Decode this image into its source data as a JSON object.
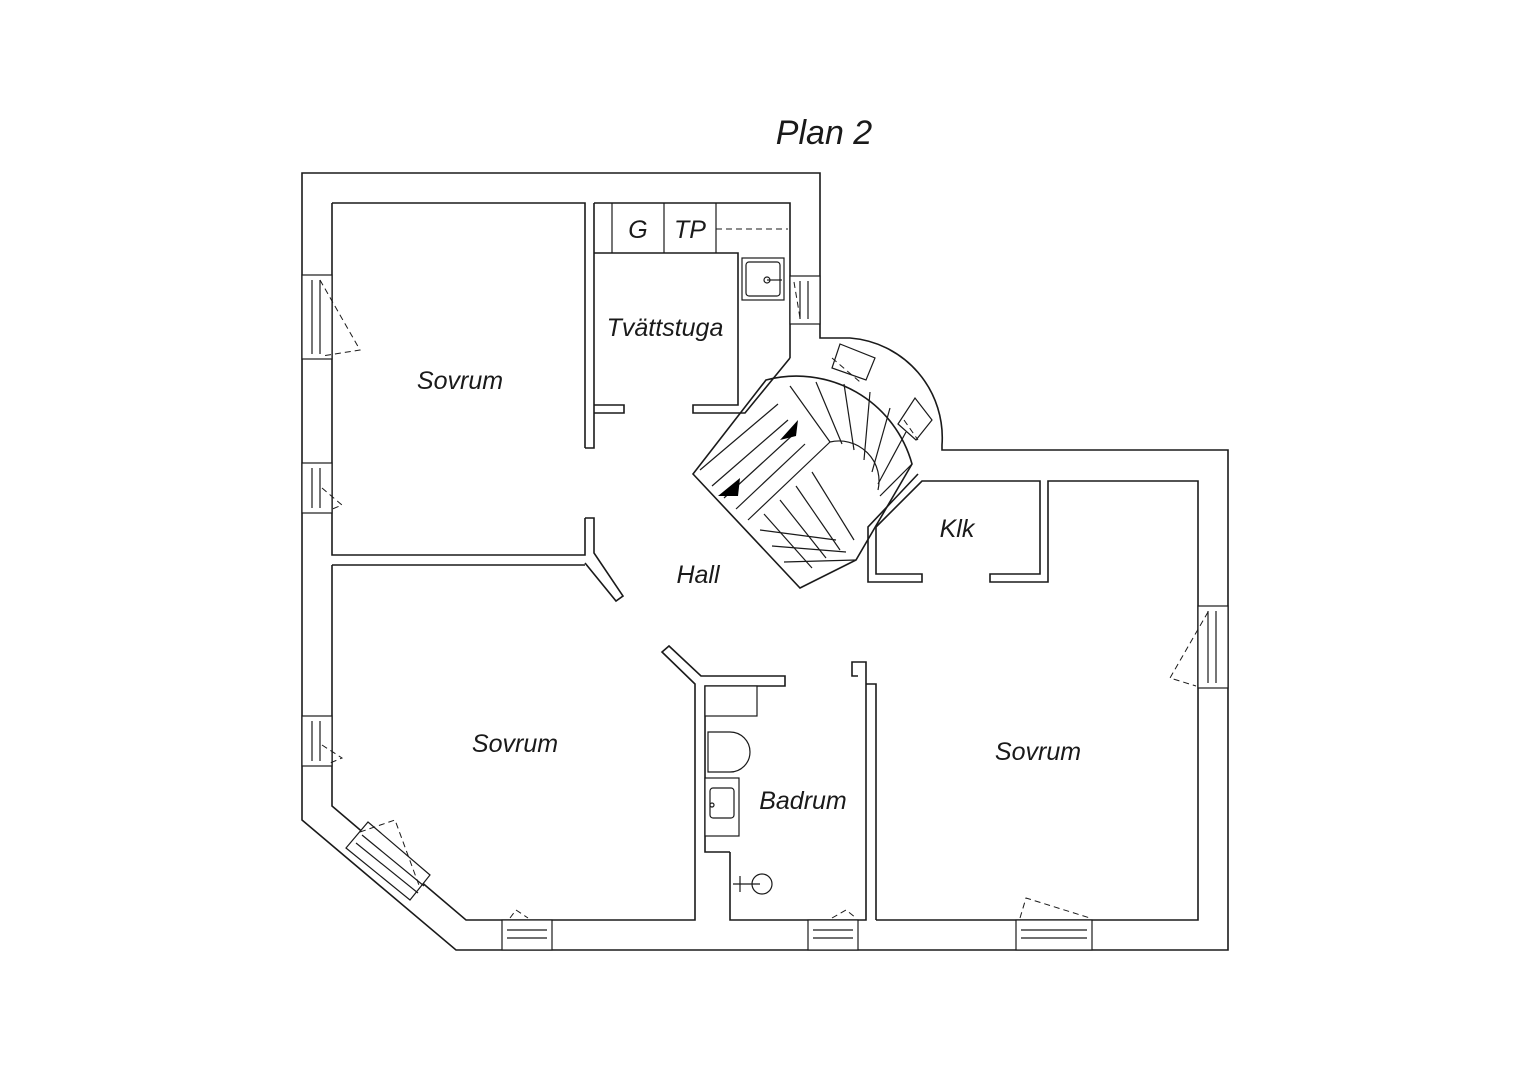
{
  "title": "Plan 2",
  "rooms": {
    "bedroom_top_left": "Sovrum",
    "laundry": "Tvättstuga",
    "hall": "Hall",
    "closet": "Klk",
    "bedroom_bottom_left": "Sovrum",
    "bathroom": "Badrum",
    "bedroom_right": "Sovrum"
  },
  "fixtures": {
    "g": "G",
    "tp": "TP"
  }
}
